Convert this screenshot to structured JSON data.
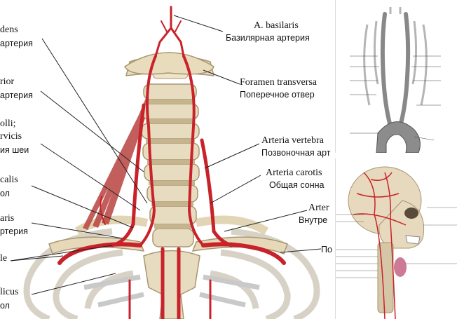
{
  "main": {
    "labels": {
      "basilaris_lat": "A. basilaris",
      "basilaris_ru": "Базилярная артерия",
      "foramen_lat": "Foramen transversa",
      "foramen_ru": "Поперечное отвер",
      "vertebral_lat": "Arteria vertebra",
      "vertebral_ru": "Позвоночная арт",
      "carotis_lat": "Arteria carotis",
      "carotis_ru": "Общая сонна",
      "arter_lat": "Arter",
      "arter_ru": "Внутре",
      "po_ru": "По",
      "left1_lat": "dens",
      "left1_ru": "артерия",
      "left2_lat": "rior",
      "left2_ru": "артерия",
      "left3_lat": "olli;",
      "left3_lat2": "rvicis",
      "left3_ru": "ия шеи",
      "left4_lat": "calis",
      "left4_ru": "ол",
      "left5_lat": "aris",
      "left5_ru": "ртерия",
      "left6": "le",
      "left7_lat": "licus",
      "left7_ru": "ол"
    },
    "colors": {
      "artery": "#c8222a",
      "bone": "#e8dcc0",
      "bone_shadow": "#b9a57e",
      "muscle": "#b8433f"
    }
  }
}
